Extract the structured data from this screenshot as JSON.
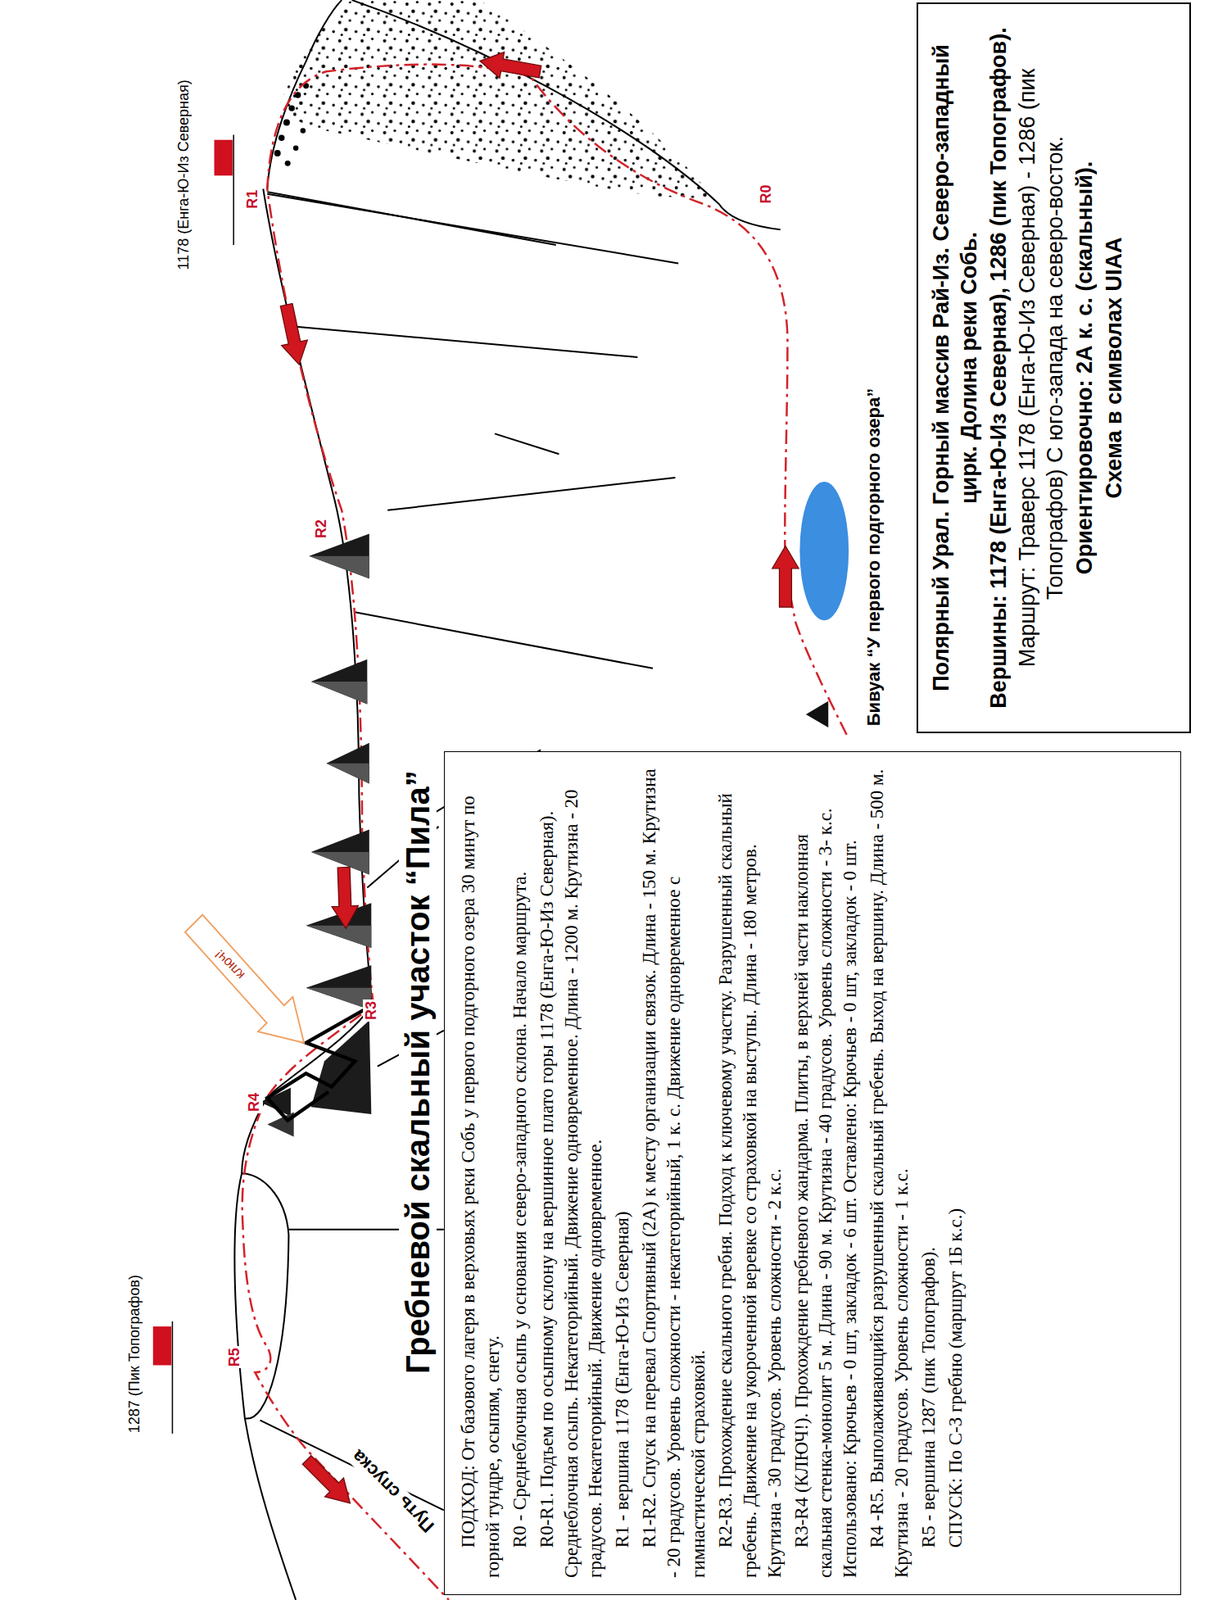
{
  "diagram": {
    "nodes": [
      {
        "text": [
          "ПОДХОД: От базового лагеря в верховьях реки Собь у первого подгорного озера 30 минут по горной тундре, осыпям, снегу.",
          "R0 - Среднеблочная осыпь у основания северо-западного склона. Начало маршрута.",
          "R0-R1. Подъем по осыпному склону на вершинное плато горы 1178 (Енга-Ю-Из Северная). Среднеблочная осыпь. Некатегорийный. Движение одновременное. Длина - 1200 м. Крутизна - 20 градусов. Некатегорийный. Движение одновременное.",
          "R1 - вершина 1178 (Енга-Ю-Из Северная)",
          "R1-R2. Спуск на перевал Спортивный (2А) к месту организации связок. Длина - 150 м. Крутизна - 20 градусов. Уровень сложности - некатегорийный, 1 к. с. Движение одновременное с гимнастической страховкой.",
          "R2-R3. Прохождение скального гребня. Подход к ключевому участку. Разрушенный скальный гребень. Движение на укороченной веревке со страховкой на выступы. Длина - 180 метров. Крутизна - 30 градусов. Уровень сложности - 2 к.с.",
          "R3-R4 (КЛЮЧ!). Прохождение гребневого жандарма. Плиты, в верхней части наклонная скальная стенка-монолит 5 м. Длина - 90 м. Крутизна - 40 градусов. Уровень сложности - 3- к.с. Использовано: Крючьев - 0 шт, закладок - 6 шт. Оставлено: Крючьев - 0 шт, закладок - 0 шт.",
          "R4 -R5. Выполаживающийся разрушенный скальный гребень. Выход на вершину. Длина - 500 м. Крутизна - 20 градусов. Уровень сложности - 1 к.с.",
          "R5 - вершина 1287 (пик Топографов).",
          "СПУСК: По С-З гребню (маршрут 1Б к.с.)"
        ]
      },
      {
        "text": [
          "Полярный Урал. Горный массив Рай-Из. Северо-западный цирк. Долина реки Собь.",
          "Вершины: 1178 (Енга-Ю-Из Северная), 1286 (пик Топографов).",
          "Маршрут: Траверс 1178 (Енга-Ю-Из Северная) - 1286 (пик Топографов) С юго-запада на северо-восток.",
          "Ориентировочно: 2А к. с. (скальный).",
          "Схема в символах UIAA"
        ]
      }
    ],
    "labels": [
      "1178 (Енга-Ю-Из Северная)",
      "R1",
      "R0",
      "R2",
      "Гребневой скальный участок “Пила”",
      "ключ!",
      "R3",
      "R4",
      "1287 (Пик Топографов)",
      "R5",
      "Путь спуска",
      "Бивуак “У первого подгорного озера”"
    ]
  }
}
